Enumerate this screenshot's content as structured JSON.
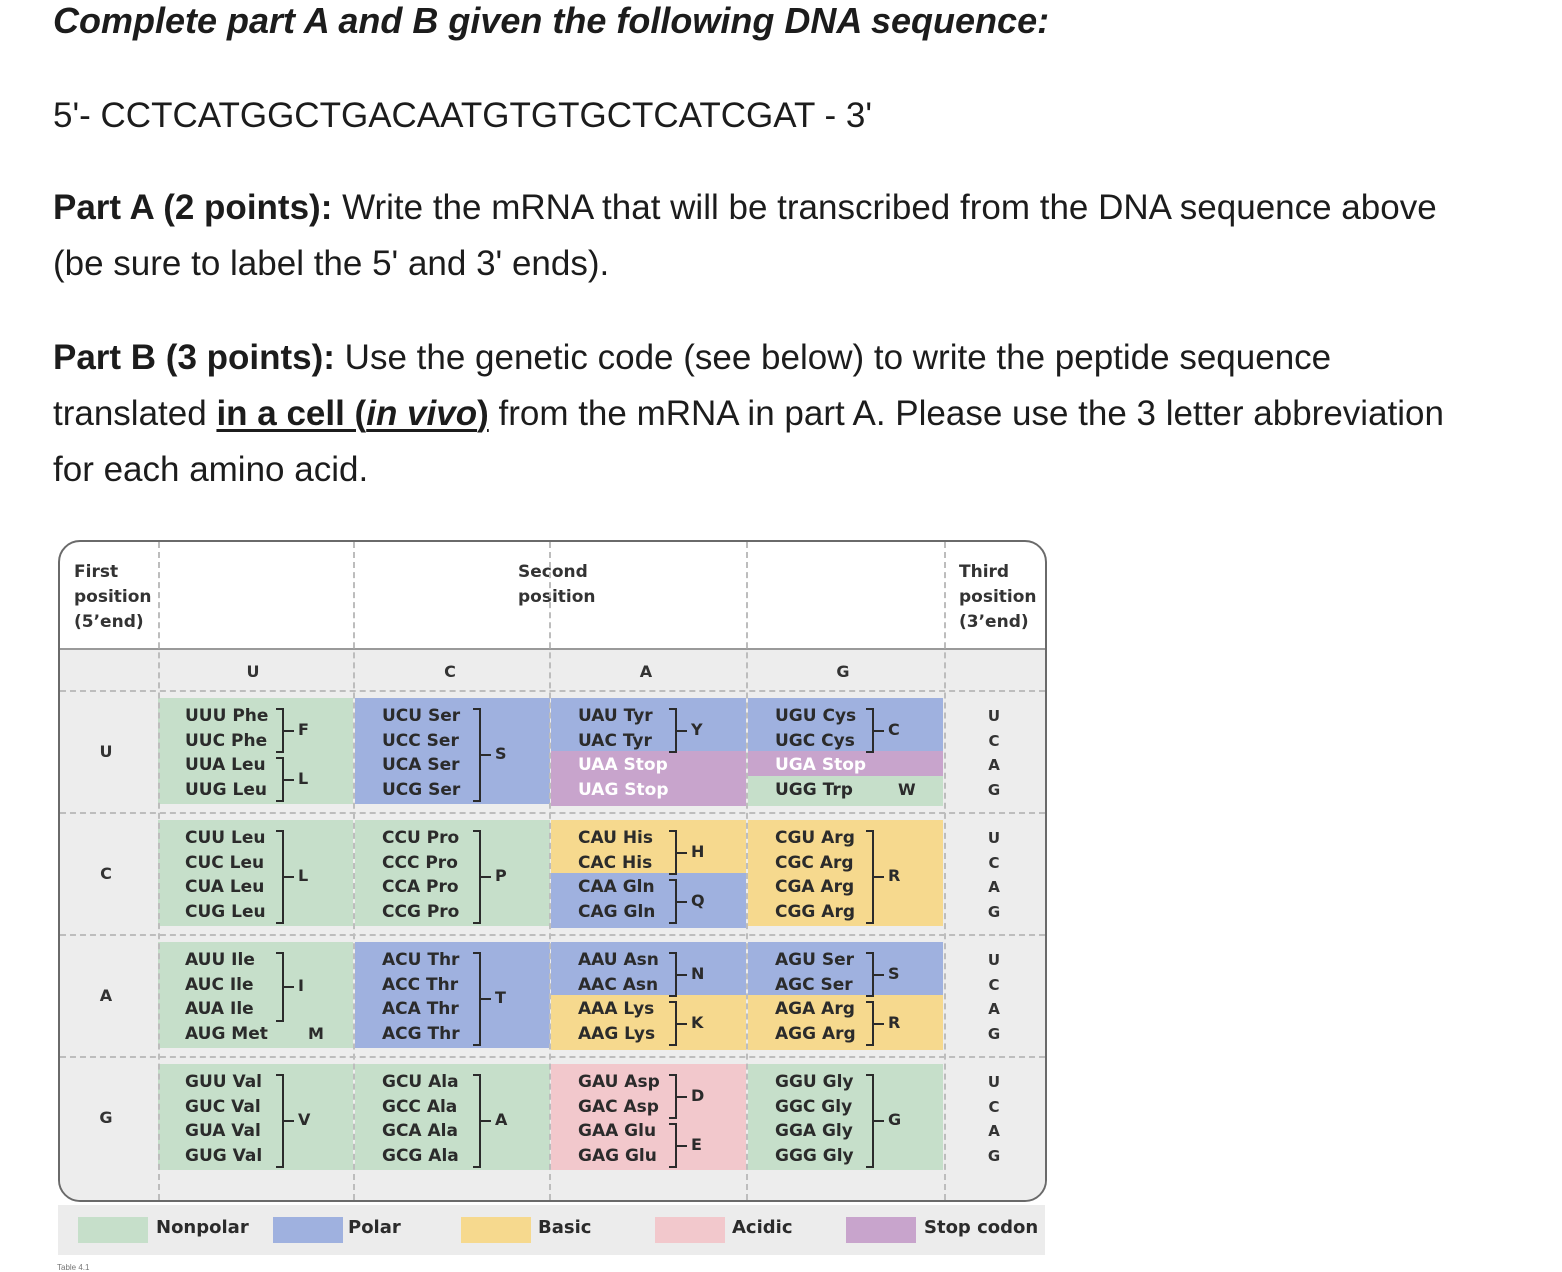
{
  "question": {
    "title": "Complete part A and B given the following DNA sequence:",
    "dna": "5'- CCTCATGGCTGACAATGTGTGCTCATCGAT - 3'",
    "partA": {
      "label": "Part A (2 points):",
      "text": " Write the mRNA that will be transcribed from the DNA sequence above (be sure to label the 5' and 3' ends)."
    },
    "partB": {
      "label": "Part B (3 points):",
      "text1": " Use the genetic code (see below) to write the peptide sequence translated ",
      "u1": "in a cell (",
      "u2": "in vivo",
      "u3": ")",
      "text2": " from the mRNA in part A. Please use the 3 letter abbreviation for each amino acid."
    }
  },
  "code_table": {
    "first_header": [
      "First",
      "position",
      "(5’end)"
    ],
    "second_header": [
      "Second",
      "position"
    ],
    "third_header": [
      "Third",
      "position",
      "(3’end)"
    ],
    "second_bases": [
      "U",
      "C",
      "A",
      "G"
    ],
    "first_bases": [
      "U",
      "C",
      "A",
      "G"
    ],
    "third_bases": [
      "U",
      "C",
      "A",
      "G"
    ],
    "rows": [
      [
        [
          "UUU Phe",
          "UUC Phe",
          "UUA Leu",
          "UUG Leu"
        ],
        [
          "UCU Ser",
          "UCC Ser",
          "UCA Ser",
          "UCG Ser"
        ],
        [
          "UAU Tyr",
          "UAC Tyr",
          "UAA Stop",
          "UAG Stop"
        ],
        [
          "UGU Cys",
          "UGC Cys",
          "UGA Stop",
          "UGG Trp"
        ]
      ],
      [
        [
          "CUU Leu",
          "CUC Leu",
          "CUA Leu",
          "CUG Leu"
        ],
        [
          "CCU Pro",
          "CCC Pro",
          "CCA Pro",
          "CCG Pro"
        ],
        [
          "CAU His",
          "CAC His",
          "CAA Gln",
          "CAG Gln"
        ],
        [
          "CGU Arg",
          "CGC Arg",
          "CGA Arg",
          "CGG Arg"
        ]
      ],
      [
        [
          "AUU Ile",
          "AUC Ile",
          "AUA Ile",
          "AUG Met"
        ],
        [
          "ACU Thr",
          "ACC Thr",
          "ACA Thr",
          "ACG Thr"
        ],
        [
          "AAU Asn",
          "AAC Asn",
          "AAA Lys",
          "AAG Lys"
        ],
        [
          "AGU Ser",
          "AGC Ser",
          "AGA Arg",
          "AGG Arg"
        ]
      ],
      [
        [
          "GUU Val",
          "GUC Val",
          "GUA Val",
          "GUG Val"
        ],
        [
          "GCU Ala",
          "GCC Ala",
          "GCA Ala",
          "GCG Ala"
        ],
        [
          "GAU Asp",
          "GAC Asp",
          "GAA Glu",
          "GAG Glu"
        ],
        [
          "GGU Gly",
          "GGC Gly",
          "GGA Gly",
          "GGG Gly"
        ]
      ]
    ],
    "one_letter": [
      [
        [
          "F",
          "L"
        ],
        [
          "S"
        ],
        [
          "Y"
        ],
        [
          "C",
          "W"
        ]
      ],
      [
        [
          "L"
        ],
        [
          "P"
        ],
        [
          "H",
          "Q"
        ],
        [
          "R"
        ]
      ],
      [
        [
          "I",
          "M"
        ],
        [
          "T"
        ],
        [
          "N",
          "K"
        ],
        [
          "S",
          "R"
        ]
      ],
      [
        [
          "V"
        ],
        [
          "A"
        ],
        [
          "D",
          "E"
        ],
        [
          "G"
        ]
      ]
    ],
    "legend": [
      "Nonpolar",
      "Polar",
      "Basic",
      "Acidic",
      "Stop codon"
    ],
    "colors": {
      "nonpolar": "#c6dfca",
      "polar": "#9fb1df",
      "basic": "#f6d98e",
      "acidic": "#f2c8cc",
      "stop": "#c8a4cc"
    },
    "table_label": "Table 4.1"
  }
}
